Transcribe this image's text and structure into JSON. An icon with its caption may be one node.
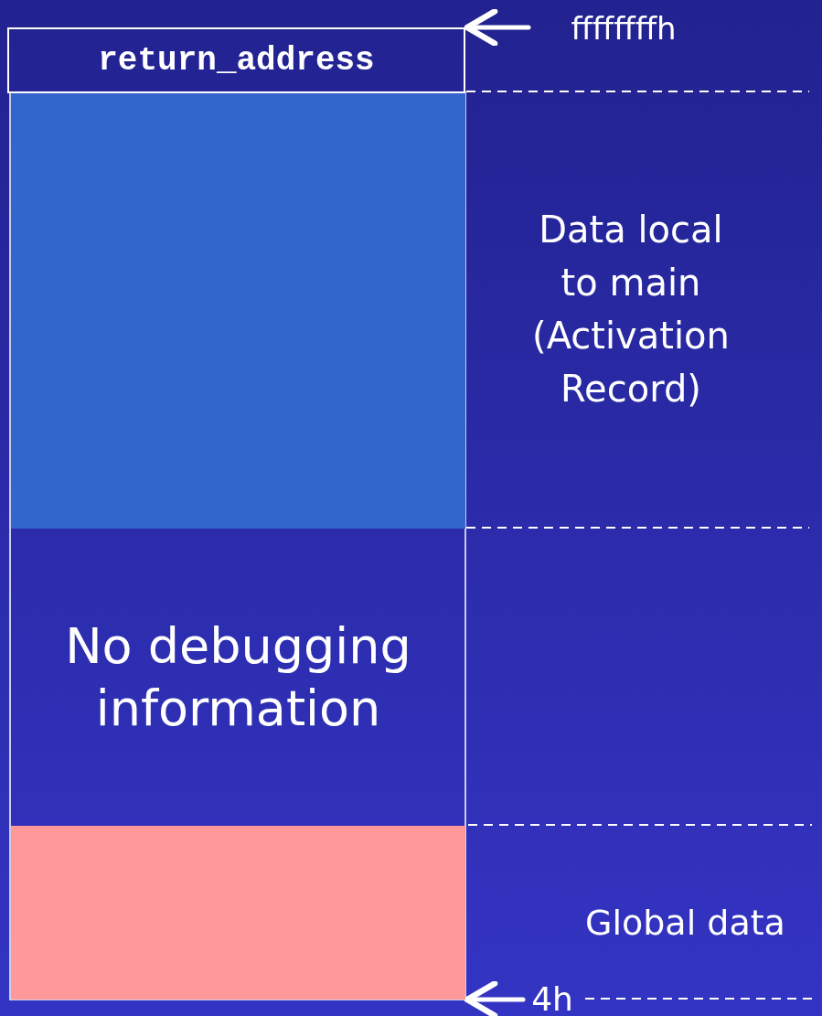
{
  "diagram": {
    "nodes": [
      {
        "text": [
          "return_address"
        ]
      },
      {
        "text": [],
        "shape": "box"
      },
      {
        "text": [
          "No debugging information"
        ]
      },
      {
        "text": [],
        "shape": "box"
      },
      {
        "text": [
          "ffffffffh"
        ]
      },
      {
        "text": [
          "4h"
        ]
      }
    ],
    "edges": [
      {
        "from": 4,
        "to": 0,
        "arrow": "to"
      },
      {
        "from": 5,
        "to": 3,
        "arrow": "to"
      }
    ],
    "labels": [
      "Data local to main (Activation Record)",
      "Global data"
    ]
  }
}
